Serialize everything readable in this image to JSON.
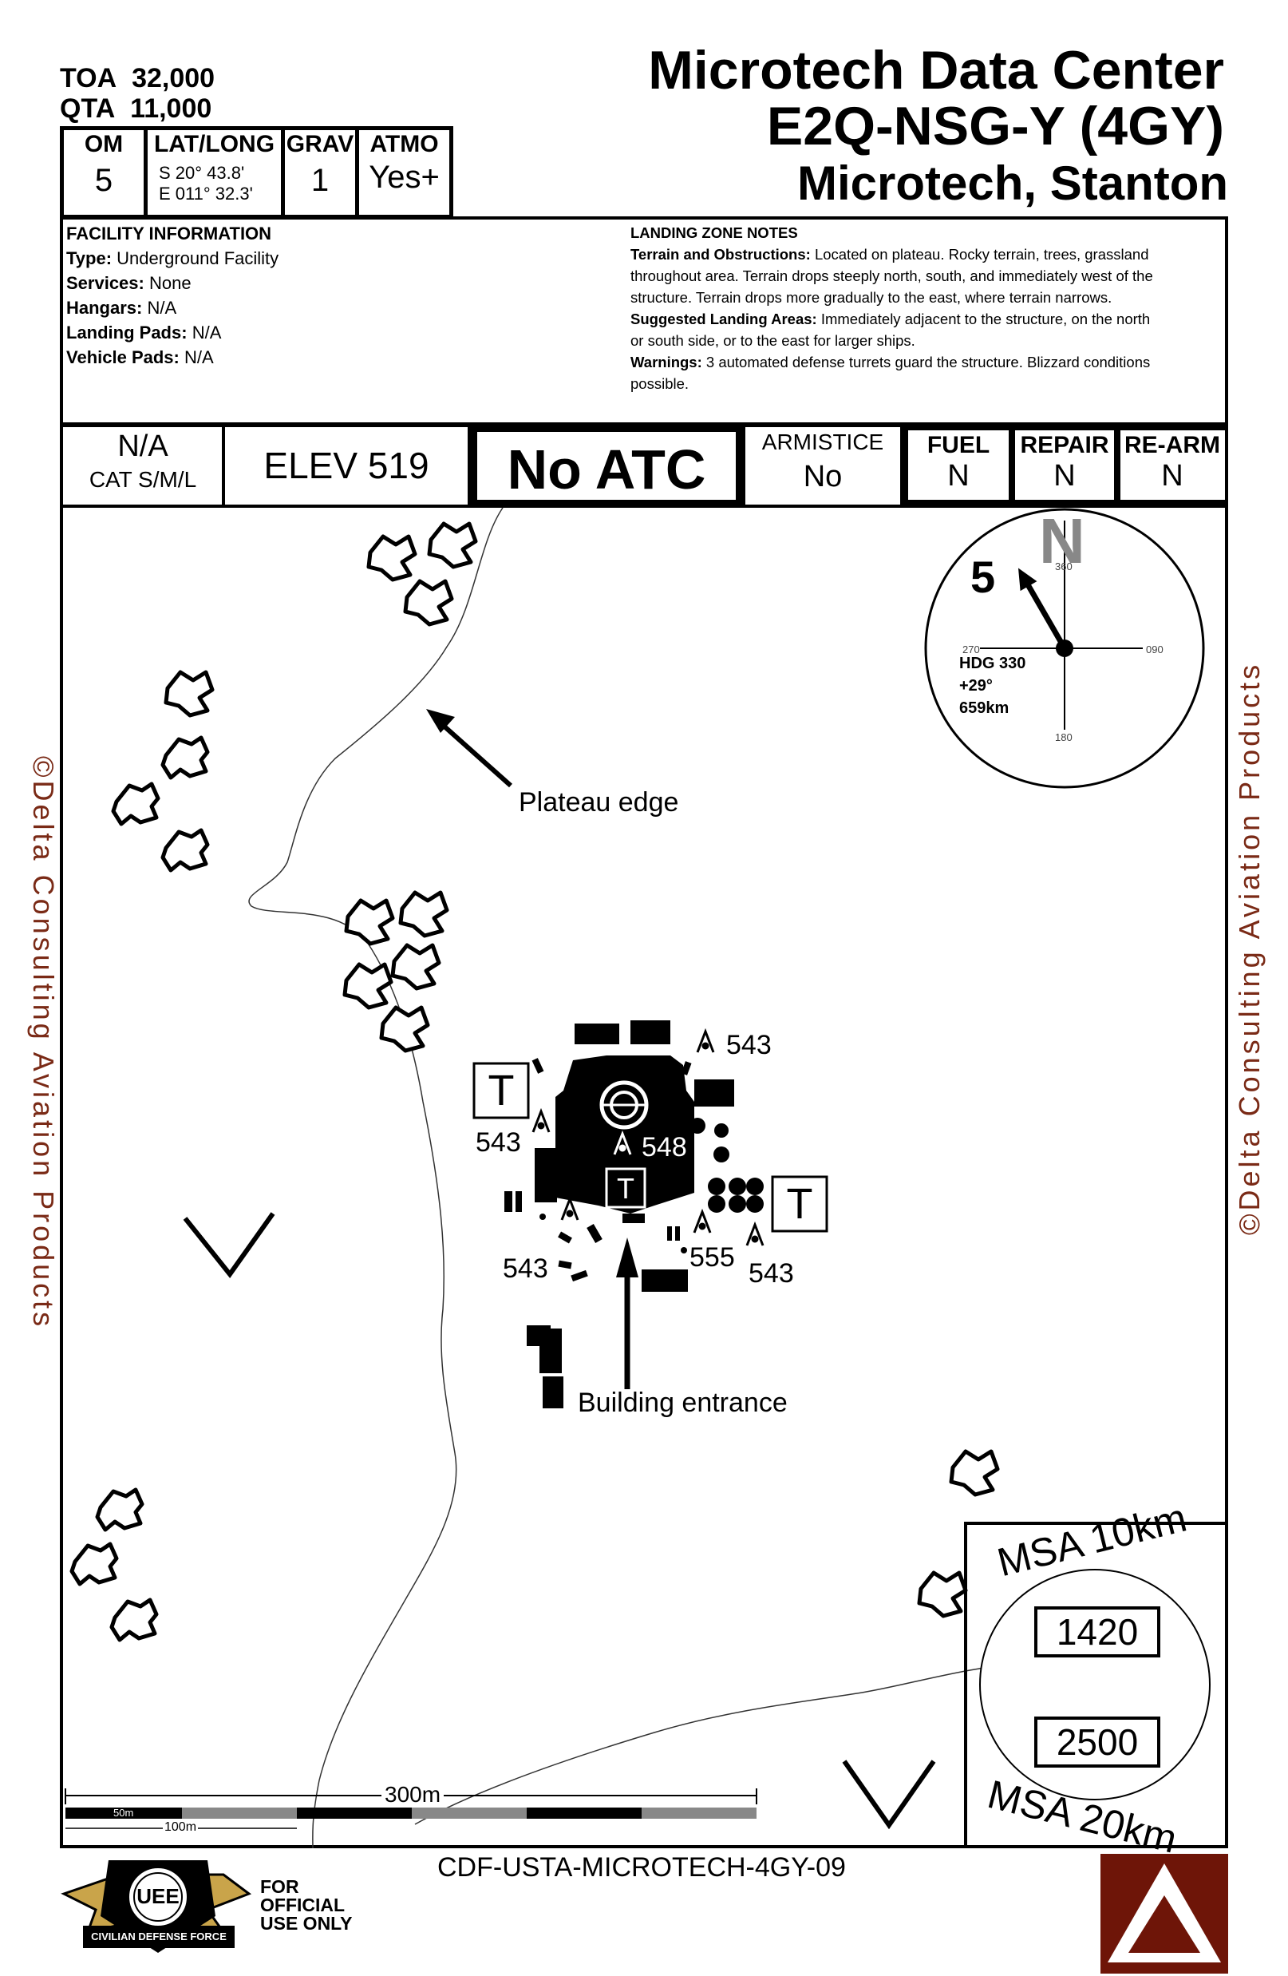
{
  "header": {
    "toa_label": "TOA",
    "toa_value": "32,000",
    "qta_label": "QTA",
    "qta_value": "11,000",
    "title_line1": "Microtech Data Center",
    "title_line2": "E2Q-NSG-Y (4GY)",
    "title_line3": "Microtech, Stanton"
  },
  "stats": {
    "om_label": "OM",
    "om_value": "5",
    "latlong_label": "LAT/LONG",
    "lat_value": "S 20° 43.8'",
    "long_value": "E 011° 32.3'",
    "grav_label": "GRAV",
    "grav_value": "1",
    "atmo_label": "ATMO",
    "atmo_value": "Yes+"
  },
  "facility": {
    "heading": "FACILITY INFORMATION",
    "type_label": "Type:",
    "type_value": "Underground Facility",
    "services_label": "Services:",
    "services_value": "None",
    "hangars_label": "Hangars:",
    "hangars_value": "N/A",
    "landing_pads_label": "Landing Pads:",
    "landing_pads_value": "N/A",
    "vehicle_pads_label": "Vehicle Pads:",
    "vehicle_pads_value": "N/A"
  },
  "landing_notes": {
    "heading": "LANDING ZONE NOTES",
    "terrain_label": "Terrain and Obstructions:",
    "terrain_line1": "Located on plateau.  Rocky terrain, trees, grassland",
    "terrain_line2": "throughout area.  Terrain drops steeply north, south, and immediately west of the",
    "terrain_line3": "structure.  Terrain drops more gradually to the east, where terrain narrows.",
    "suggested_label": "Suggested Landing Areas:",
    "suggested_line1": "Immediately adjacent to the structure, on the north",
    "suggested_line2": "or south side, or to the east for larger ships.",
    "warnings_label": "Warnings:",
    "warnings_line1": "3 automated defense turrets guard the structure.  Blizzard conditions",
    "warnings_line2": "possible."
  },
  "status_bar": {
    "cat_value": "N/A",
    "cat_label": "CAT S/M/L",
    "elev": "ELEV 519",
    "atc": "No ATC",
    "armistice_label": "ARMISTICE",
    "armistice_value": "No",
    "fuel_label": "FUEL",
    "fuel_value": "N",
    "repair_label": "REPAIR",
    "repair_value": "N",
    "rearm_label": "RE-ARM",
    "rearm_value": "N"
  },
  "compass": {
    "north_letter": "N",
    "om_marker": "5",
    "deg_360": "360",
    "deg_090": "090",
    "deg_180": "180",
    "deg_270": "270",
    "hdg": "HDG 330",
    "angle": "+29°",
    "distance": "659km",
    "heading_deg": 330
  },
  "map": {
    "plateau_label": "Plateau edge",
    "entrance_label": "Building entrance",
    "turret_symbol": "T",
    "elevations": [
      "543",
      "543",
      "548",
      "543",
      "555",
      "543"
    ]
  },
  "msa": {
    "top_label": "MSA 10km",
    "top_value": "1420",
    "bottom_value": "2500",
    "bottom_label": "MSA 20km"
  },
  "scale": {
    "main_label": "300m",
    "label_50": "50m",
    "label_100": "100m"
  },
  "footer": {
    "chart_id": "CDF-USTA-MICROTECH-4GY-09",
    "official_line1": "FOR",
    "official_line2": "OFFICIAL",
    "official_line3": "USE ONLY",
    "badge_text": "CIVILIAN DEFENSE FORCE",
    "badge_letters": "UEE",
    "copyright_text": "©Delta Consulting Aviation Products"
  },
  "colors": {
    "brand_red": "#6e1508",
    "copyright_brown": "#7a2a16",
    "badge_gold": "#c9a44a"
  }
}
